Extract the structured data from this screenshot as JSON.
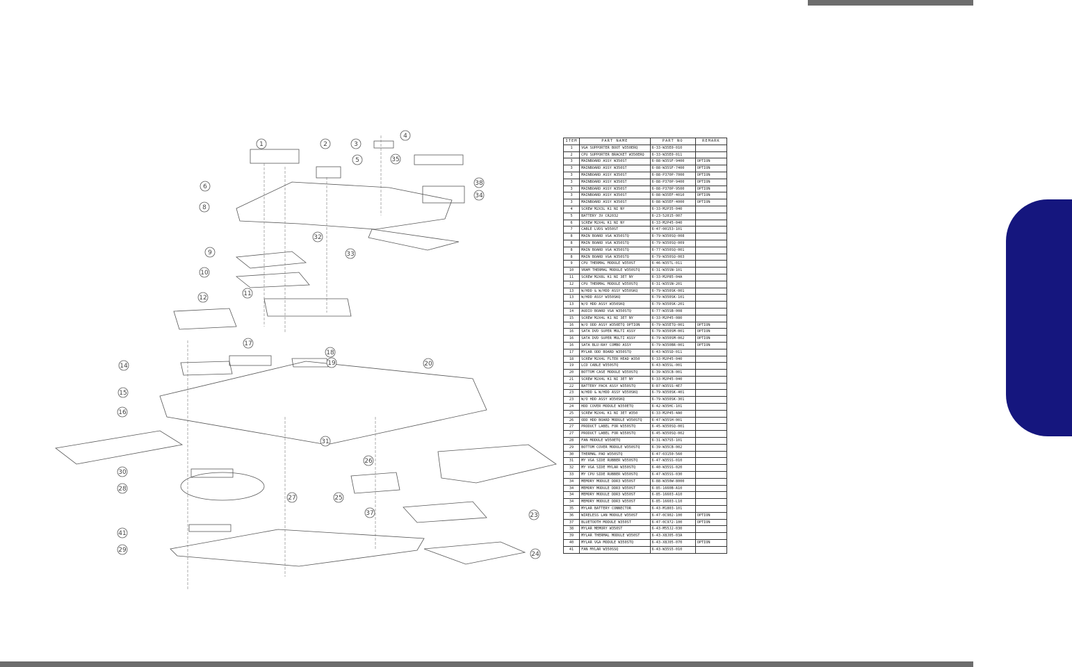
{
  "header": {
    "bar_color": "#6d6d6d"
  },
  "side_tab": {
    "color": "#15167e"
  },
  "callouts": [
    "1",
    "2",
    "3",
    "4",
    "5",
    "6",
    "8",
    "9",
    "10",
    "11",
    "12",
    "14",
    "15",
    "16",
    "17",
    "18",
    "19",
    "20",
    "23",
    "24",
    "25",
    "26",
    "27",
    "28",
    "29",
    "30",
    "31",
    "32",
    "33",
    "34",
    "35",
    "37",
    "38",
    "41"
  ],
  "table": {
    "headers": [
      "ITEM",
      "PART  NAME",
      "PART  NO",
      "REMARK"
    ],
    "rows": [
      {
        "item": "1",
        "name": "VGA SUPPORTER BOOT W350ERQ",
        "part": "6-33-W35E0-010",
        "remark": ""
      },
      {
        "item": "2",
        "name": "CPU SUPPORTER BRACKET W350ERQ",
        "part": "6-33-W35E0-011",
        "remark": ""
      },
      {
        "item": "3",
        "name": "MAINBOARD ASSY W350ST",
        "part": "6-88-W35SF-9400",
        "remark": "OPTION"
      },
      {
        "item": "3",
        "name": "MAINBOARD ASSY W350ST",
        "part": "6-88-W35SF-7400",
        "remark": "OPTION"
      },
      {
        "item": "3",
        "name": "MAINBOARD ASSY W350ST",
        "part": "6-88-P370P-7000",
        "remark": "OPTION"
      },
      {
        "item": "3",
        "name": "MAINBOARD ASSY W350ST",
        "part": "6-88-P370P-9400",
        "remark": "OPTION"
      },
      {
        "item": "3",
        "name": "MAINBOARD ASSY W350ST",
        "part": "6-88-P370P-9500",
        "remark": "OPTION"
      },
      {
        "item": "3",
        "name": "MAINBOARD ASSY W350ST",
        "part": "6-88-W35EF-4010",
        "remark": "OPTION"
      },
      {
        "item": "3",
        "name": "MAINBOARD ASSY W350ST",
        "part": "6-88-W35EF-4000",
        "remark": "OPTION"
      },
      {
        "item": "4",
        "name": "SCREW M2X3L K1 NI NY",
        "part": "6-33-M2P35-040",
        "remark": ""
      },
      {
        "item": "5",
        "name": "BATTERY 3V CR2032",
        "part": "6-23-52015-007",
        "remark": ""
      },
      {
        "item": "6",
        "name": "SCREW M2X4L K1 NI NY",
        "part": "6-33-M2P45-040",
        "remark": ""
      },
      {
        "item": "7",
        "name": "CABLE LVDS W350ST",
        "part": "6-47-00153-101",
        "remark": ""
      },
      {
        "item": "8",
        "name": "MAIN BOARD VGA W350STQ",
        "part": "6-79-W350SQ-008",
        "remark": ""
      },
      {
        "item": "8",
        "name": "MAIN BOARD VGA W350STQ",
        "part": "6-79-W350SQ-009",
        "remark": ""
      },
      {
        "item": "8",
        "name": "MAIN BOARD VGA W350STQ",
        "part": "6-77-W350SQ-001",
        "remark": ""
      },
      {
        "item": "8",
        "name": "MAIN BOARD VGA W350STQ",
        "part": "6-79-W350SQ-003",
        "remark": ""
      },
      {
        "item": "9",
        "name": "CPU THERMAL MODULE W350ST",
        "part": "6-46-W35TL-011",
        "remark": ""
      },
      {
        "item": "10",
        "name": "VRAM THERMAL MODULE W350STQ",
        "part": "6-31-W35SN-101",
        "remark": ""
      },
      {
        "item": "11",
        "name": "SCREW M2X8L K1 NI 3ET NY",
        "part": "6-33-M2P85-04A",
        "remark": ""
      },
      {
        "item": "12",
        "name": "CPU THERMAL MODULE W350STQ",
        "part": "6-31-W35SN-201",
        "remark": ""
      },
      {
        "item": "13",
        "name": "W/HDD & W/HDD ASSY W350SKQ",
        "part": "6-79-W350SK-001",
        "remark": ""
      },
      {
        "item": "13",
        "name": "W/HDD ASSY W350SKQ",
        "part": "6-79-W350SK-101",
        "remark": ""
      },
      {
        "item": "13",
        "name": "W/O HDD ASSY W350SKQ",
        "part": "6-79-W350SK-201",
        "remark": ""
      },
      {
        "item": "14",
        "name": "AUDIO BOARD VGA W350STQ",
        "part": "6-77-W35SB-008",
        "remark": ""
      },
      {
        "item": "15",
        "name": "SCREW M2X4L K1 NI 3ET NY",
        "part": "6-33-M2P45-080",
        "remark": ""
      },
      {
        "item": "16",
        "name": "W/O ODD ASSY W350ETQ OPTION",
        "part": "6-79-W35ETQ-001",
        "remark": "OPTION"
      },
      {
        "item": "16",
        "name": "SATA DVD SUPER MULTI ASSY",
        "part": "6-79-W350SM-001",
        "remark": "OPTION"
      },
      {
        "item": "16",
        "name": "SATA DVD SUPER MULTI ASSY",
        "part": "6-79-W350SM-002",
        "remark": "OPTION"
      },
      {
        "item": "16",
        "name": "SATA BLU-RAY COMBO ASSY",
        "part": "6-79-W350BR-001",
        "remark": "OPTION"
      },
      {
        "item": "17",
        "name": "MYLAR ODD BOARD W350STQ",
        "part": "6-43-W35SD-011",
        "remark": ""
      },
      {
        "item": "18",
        "name": "SCREW M2X4L FLTER HEAD W350",
        "part": "6-33-M2P45-040",
        "remark": ""
      },
      {
        "item": "19",
        "name": "LCD CABLE W350STQ",
        "part": "6-43-W35SL-001",
        "remark": ""
      },
      {
        "item": "20",
        "name": "BOTTOM CASE MODULE W350STQ",
        "part": "6-39-W35CB-001",
        "remark": ""
      },
      {
        "item": "21",
        "name": "SCREW M2X4L K1 NI 3ET NY",
        "part": "6-33-M2P45-040",
        "remark": ""
      },
      {
        "item": "22",
        "name": "BATTERY PACK ASSY W350STQ",
        "part": "6-87-W35SS-4E7",
        "remark": ""
      },
      {
        "item": "23",
        "name": "W/HDD & W/HDD ASSY W350SKQ",
        "part": "6-79-W350SK-401",
        "remark": ""
      },
      {
        "item": "23",
        "name": "W/O HDD ASSY W350SKQ",
        "part": "6-79-W350SK-301",
        "remark": ""
      },
      {
        "item": "24",
        "name": "HDD COVER MODULE W350ETQ",
        "part": "6-42-W35HC-101",
        "remark": ""
      },
      {
        "item": "25",
        "name": "SCREW M2X4L K1 NI 3ET W350",
        "part": "6-33-M2P45-4A0",
        "remark": ""
      },
      {
        "item": "26",
        "name": "ODD HDD BOARD MODULE W350STQ",
        "part": "6-47-W35SH-001",
        "remark": ""
      },
      {
        "item": "27",
        "name": "PRODUCT LABEL FOR W350STQ",
        "part": "6-45-W350SQ-001",
        "remark": ""
      },
      {
        "item": "27",
        "name": "PRODUCT LABEL FOR W350STQ",
        "part": "6-45-W350SQ-002",
        "remark": ""
      },
      {
        "item": "28",
        "name": "FAN MODULE W350ETQ",
        "part": "6-31-W37S5-101",
        "remark": ""
      },
      {
        "item": "29",
        "name": "BOTTOM COVER MODULE W350STQ",
        "part": "6-39-W35CB-002",
        "remark": ""
      },
      {
        "item": "30",
        "name": "THERMAL PAD W350STQ",
        "part": "6-47-03150-560",
        "remark": ""
      },
      {
        "item": "31",
        "name": "MY VGA SIDE RUBBER W350STQ",
        "part": "6-47-W35SS-010",
        "remark": ""
      },
      {
        "item": "32",
        "name": "MY VGA SIDE MYLAR W350STQ",
        "part": "6-40-W35SS-020",
        "remark": ""
      },
      {
        "item": "33",
        "name": "MY CPU SIDE RUBBER W350STQ",
        "part": "6-47-W35SS-030",
        "remark": ""
      },
      {
        "item": "34",
        "name": "MEMORY MODULE DDR3 W350ST",
        "part": "6-88-W350W-8000",
        "remark": ""
      },
      {
        "item": "34",
        "name": "MEMORY MODULE DDR3 W350ST",
        "part": "6-85-1660B-A10",
        "remark": ""
      },
      {
        "item": "34",
        "name": "MEMORY MODULE DDR3 W350ST",
        "part": "6-85-16603-A10",
        "remark": ""
      },
      {
        "item": "34",
        "name": "MEMORY MODULE DDR3 W350ST",
        "part": "6-85-16603-L10",
        "remark": ""
      },
      {
        "item": "35",
        "name": "MYLAR BATTERY CONNECTOR",
        "part": "6-43-M1803-101",
        "remark": ""
      },
      {
        "item": "36",
        "name": "WIRELESS LAN MODULE W350ST",
        "part": "6-47-0C902-100",
        "remark": "OPTION"
      },
      {
        "item": "37",
        "name": "BLUETOOTH MODULE W350ST",
        "part": "6-47-0C972-100",
        "remark": "OPTION"
      },
      {
        "item": "38",
        "name": "MYLAR MEMORY W350ST",
        "part": "6-43-M55J2-030",
        "remark": ""
      },
      {
        "item": "39",
        "name": "MYLAR THERMAL MODULE W350ST",
        "part": "6-43-X8J05-03A",
        "remark": ""
      },
      {
        "item": "40",
        "name": "MYLAR VGA MODULE W350STQ",
        "part": "6-43-X8J05-070",
        "remark": "OPTION"
      },
      {
        "item": "41",
        "name": "FAN MYLAR W350SSQ",
        "part": "6-43-W35S5-010",
        "remark": ""
      }
    ]
  }
}
